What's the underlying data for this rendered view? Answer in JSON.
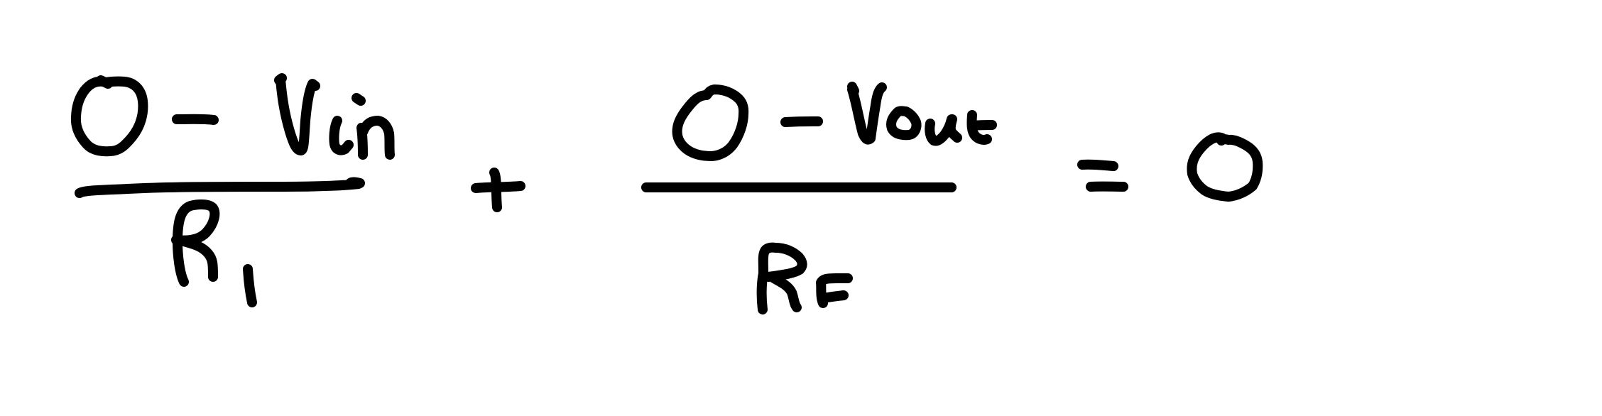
{
  "equation": {
    "latex": "\\frac{0 - V_{in}}{R_1} + \\frac{0 - V_{out}}{R_F} = 0",
    "text": "(0 - Vin) / R1 + (0 - Vout) / RF = 0",
    "ink_color": "#000000",
    "background": "#ffffff",
    "term1": {
      "numerator": "0 - Vin",
      "denominator": "R1",
      "numerator_parts": [
        "0",
        "-",
        "V",
        "in"
      ],
      "denominator_parts": [
        "R",
        "1"
      ]
    },
    "operator": "+",
    "term2": {
      "numerator": "0 - Vout",
      "denominator": "RF",
      "numerator_parts": [
        "0",
        "-",
        "V",
        "out"
      ],
      "denominator_parts": [
        "R",
        "F"
      ]
    },
    "equals": "=",
    "rhs": "0"
  }
}
